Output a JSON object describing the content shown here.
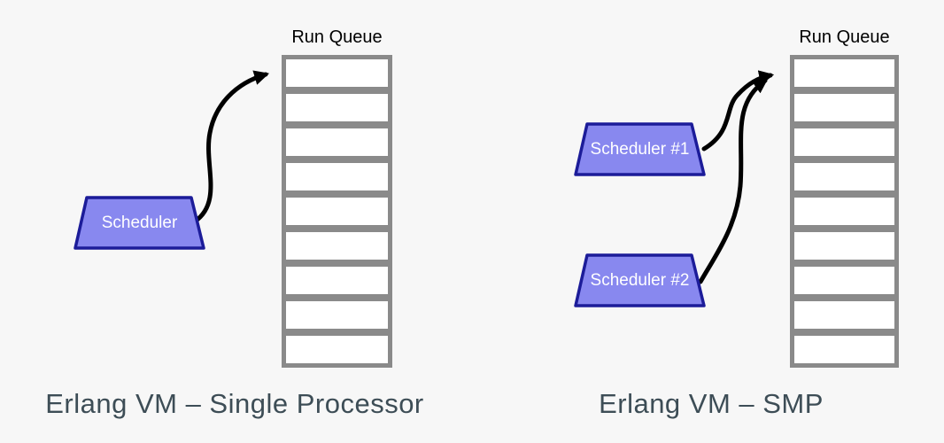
{
  "colors": {
    "background": "#f7f7f7",
    "queue_border": "#8a8a8a",
    "queue_fill": "#ffffff",
    "scheduler_fill": "#8888ef",
    "scheduler_border": "#1c1c99",
    "scheduler_text": "#ffffff",
    "arrow": "#000000",
    "caption_text": "#3d4d56",
    "queue_label_text": "#000000"
  },
  "panels": [
    {
      "caption": "Erlang VM – Single Processor",
      "queue": {
        "label": "Run Queue",
        "rows": 9
      },
      "schedulers": [
        {
          "label": "Scheduler"
        }
      ]
    },
    {
      "caption": "Erlang VM – SMP",
      "queue": {
        "label": "Run Queue",
        "rows": 9
      },
      "schedulers": [
        {
          "label": "Scheduler #1"
        },
        {
          "label": "Scheduler #2"
        }
      ]
    }
  ]
}
